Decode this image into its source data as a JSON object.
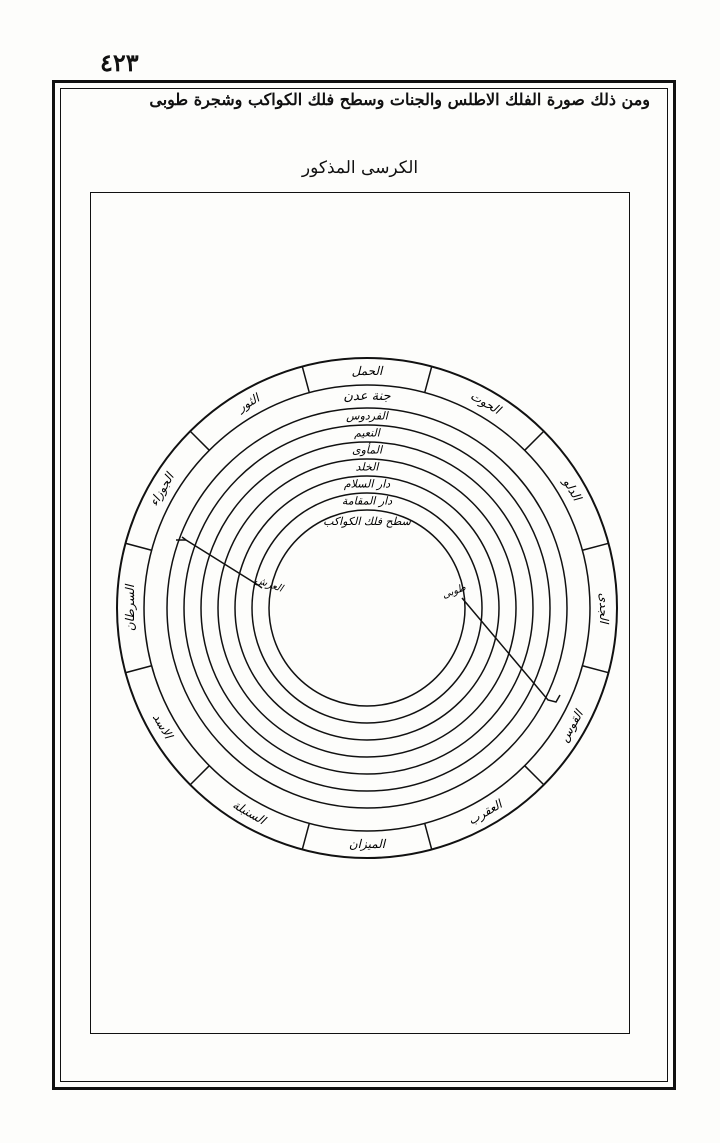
{
  "page": {
    "number": "٤٢٣",
    "heading": "ومن ذلك صورة الفلك الاطلس والجنات وسطح فلك الكواكب وشجرة طوبى",
    "subheading": "الكرسى المذكور"
  },
  "outer_band_labels": [
    "الحمل",
    "الحوت",
    "الدلو",
    "الجدى",
    "القوس",
    "العقرب",
    "الميزان",
    "السنبلة",
    "الاسد",
    "السرطان",
    "الجوزاء",
    "الثور"
  ],
  "ring_labels": [
    "جنة عدن",
    "الفردوس",
    "النعيم",
    "المأوى",
    "الخلد",
    "دار السلام",
    "دار المقامة",
    "سطح فلك الكواكب"
  ],
  "tree_labels": {
    "left": "العرش",
    "right": "طوبى"
  }
}
